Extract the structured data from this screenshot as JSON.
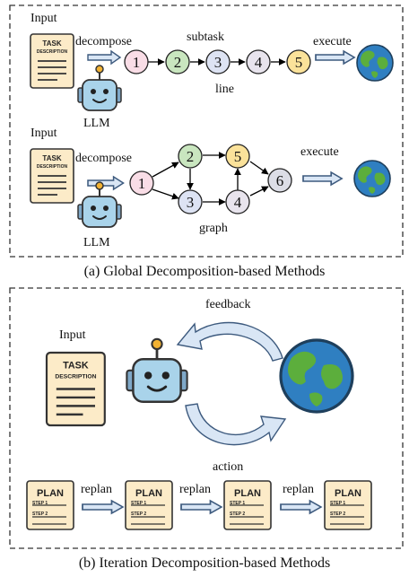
{
  "panel_a": {
    "line_row": {
      "input_label": "Input",
      "decompose_label": "decompose",
      "subtask_label": "subtask",
      "line_label": "line",
      "execute_label": "execute",
      "llm_label": "LLM",
      "nodes": [
        "1",
        "2",
        "3",
        "4",
        "5"
      ]
    },
    "graph_row": {
      "input_label": "Input",
      "decompose_label": "decompose",
      "graph_label": "graph",
      "execute_label": "execute",
      "llm_label": "LLM",
      "nodes": [
        "1",
        "2",
        "3",
        "4",
        "5",
        "6"
      ]
    },
    "caption": "(a) Global Decomposition-based Methods"
  },
  "panel_b": {
    "input_label": "Input",
    "feedback_label": "feedback",
    "action_label": "action",
    "replan_labels": [
      "replan",
      "replan",
      "replan"
    ],
    "caption": "(b) Iteration Decomposition-based Methods"
  },
  "task_doc": {
    "title_line1": "TASK",
    "title_line2": "DESCRIPTION"
  },
  "plan_doc": {
    "title": "PLAN",
    "step1": "STEP 1",
    "step2": "STEP 2"
  },
  "colors": {
    "node1": "#f9dde6",
    "node2": "#c9e6bf",
    "node3": "#dde3f3",
    "node4": "#e8e4ed",
    "node5": "#fbe29a",
    "node6": "#dcdde6",
    "paper": "#fcebc8",
    "robot": "#a9d3ea",
    "ocean": "#2f7fc1",
    "land": "#5cae3c",
    "arrow_fill": "#d9e6f5",
    "arrow_stroke": "#3d5a7e"
  }
}
